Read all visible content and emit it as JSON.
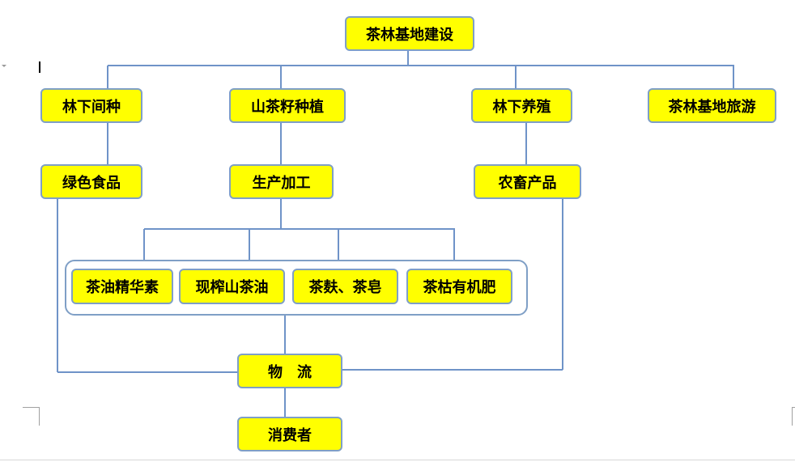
{
  "diagram": {
    "root": "茶林基地建设",
    "level1": [
      "林下间种",
      "山茶籽种植",
      "林下养殖",
      "茶林基地旅游"
    ],
    "level2": [
      "绿色食品",
      "生产加工",
      "农畜产品"
    ],
    "products": [
      "茶油精华素",
      "现榨山茶油",
      "茶麸、茶皂",
      "茶枯有机肥"
    ],
    "logistics": "物　流",
    "consumer": "消费者"
  },
  "colors": {
    "node_fill": "#ffff00",
    "node_border": "#7f9fc6",
    "connector": "#6f93c8",
    "text": "#000000"
  }
}
